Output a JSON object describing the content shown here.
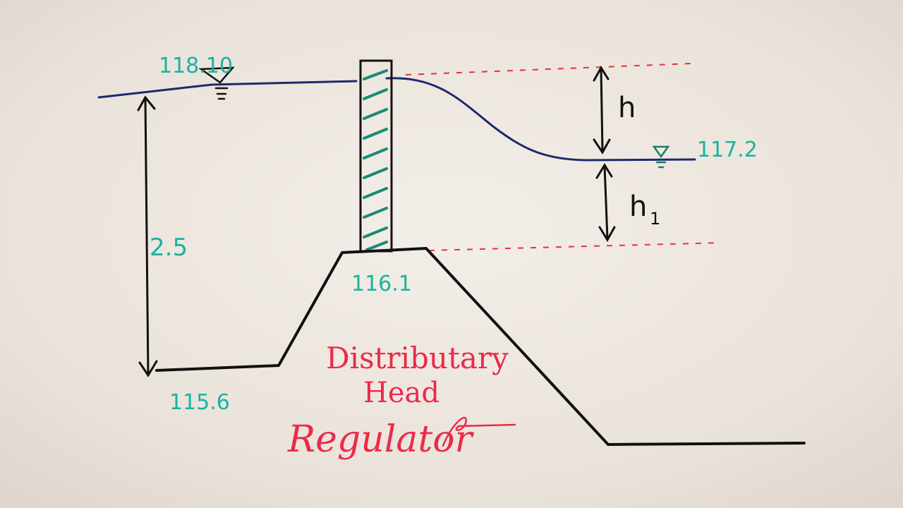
{
  "labels": {
    "upstream_level": "118.10",
    "downstream_level": "117.2",
    "crest_level": "116.1",
    "bed_level": "115.6",
    "depth": "2.5",
    "head": "h",
    "head_sub": "h",
    "head_sub_index": "1"
  },
  "title": {
    "line1": "Distributary",
    "line2": "Head",
    "line3": "Regulator"
  },
  "colors": {
    "paper": "#ece6e0",
    "water": "#1c2a6b",
    "structure": "#111111",
    "annotation": "#19b3a0",
    "title": "#ec2a48",
    "reference": "#e8323a"
  }
}
